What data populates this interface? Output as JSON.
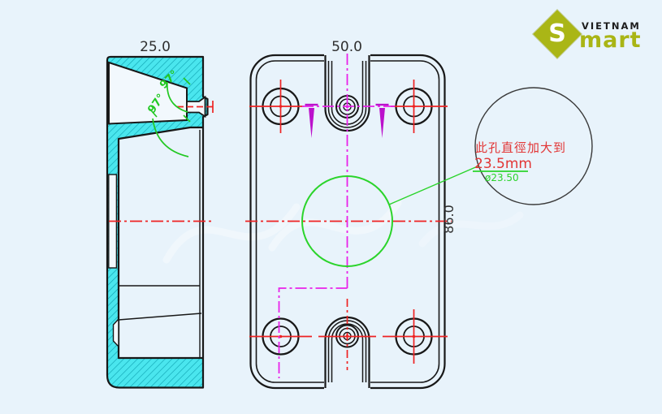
{
  "page": {
    "background": "#e8f3fb"
  },
  "logo": {
    "top": "VIETNAM",
    "bottom": "mart",
    "initial": "S",
    "diamond_color": "#aab616",
    "text_color": "#a9b515"
  },
  "dimensions": {
    "side_view_width": "25.0",
    "front_view_width": "50.0",
    "front_view_height": "86.0",
    "top_angle": "97°",
    "bottom_angle": "97°"
  },
  "callout": {
    "note_line1": "此孔直徑加大到",
    "note_line2": "23.5mm",
    "diameter_label": "ø23.50"
  },
  "colors": {
    "line": "#181818",
    "hatch_fill": "#4ae6ee",
    "hatch_stroke": "#0fa3b2",
    "centerline_red": "#ee2222",
    "centerline_magenta": "#e922e9",
    "arrow_magenta": "#bb11cc",
    "dimension_green": "#22c822",
    "note_red": "#e23535"
  }
}
